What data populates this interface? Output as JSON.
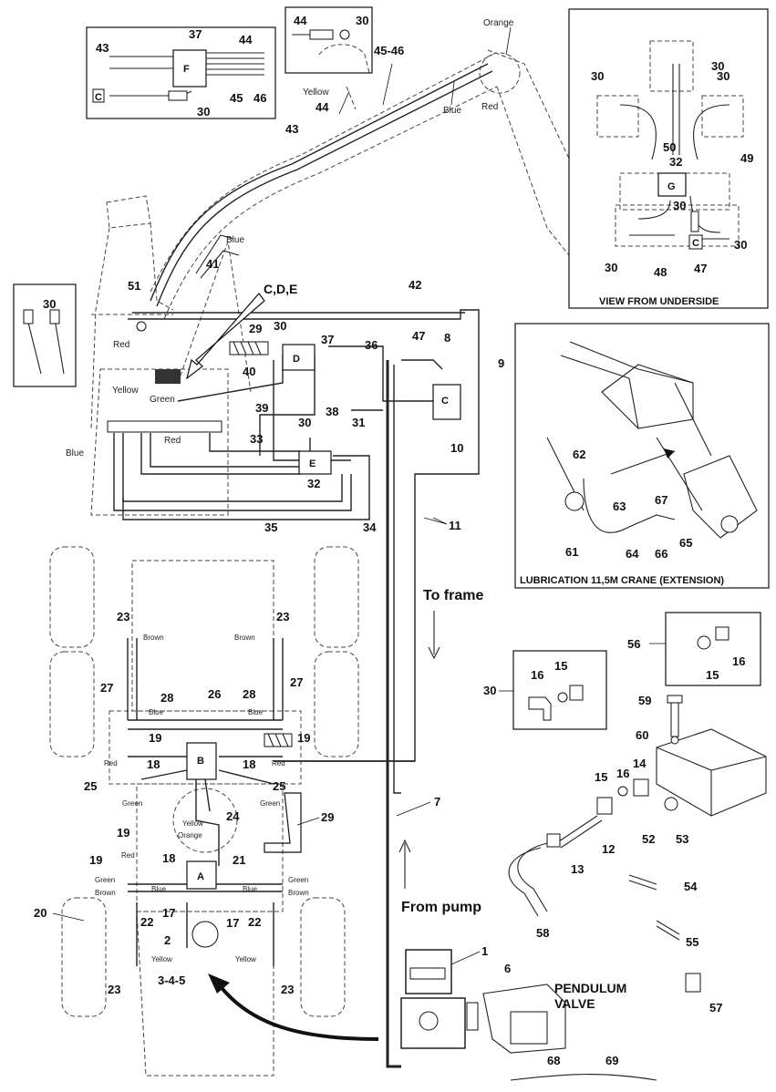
{
  "colors": {
    "ink": "#111111",
    "background": "#ffffff",
    "dashed_outline": "#444444"
  },
  "labels": {
    "orange": "Orange",
    "yellow": "Yellow",
    "blue": "Blue",
    "red": "Red",
    "green": "Green",
    "brown": "Brown"
  },
  "captions": {
    "view_from_underside": "VIEW FROM UNDERSIDE",
    "lubrication_crane": "LUBRICATION 11,5M CRANE (EXTENSION)",
    "to_frame": "To frame",
    "from_pump": "From pump",
    "pendulum_valve_1": "PENDULUM",
    "pendulum_valve_2": "VALVE",
    "cde": "C,D,E",
    "c_marker": "C"
  },
  "distributors": {
    "F": "F",
    "G": "G",
    "D": "D",
    "C": "C",
    "E": "E",
    "B": "B",
    "A": "A"
  },
  "part_numbers": {
    "n1": "1",
    "n2": "2",
    "n345": "3-4-5",
    "n6": "6",
    "n7": "7",
    "n8": "8",
    "n9": "9",
    "n10": "10",
    "n11": "11",
    "n12": "12",
    "n13": "13",
    "n14": "14",
    "n15": "15",
    "n16": "16",
    "n17": "17",
    "n18": "18",
    "n19": "19",
    "n20": "20",
    "n21": "21",
    "n22": "22",
    "n23": "23",
    "n24": "24",
    "n25": "25",
    "n26": "26",
    "n27": "27",
    "n28": "28",
    "n29": "29",
    "n30": "30",
    "n31": "31",
    "n32": "32",
    "n33": "33",
    "n34": "34",
    "n35": "35",
    "n36": "36",
    "n37": "37",
    "n38": "38",
    "n39": "39",
    "n40": "40",
    "n41": "41",
    "n42": "42",
    "n43": "43",
    "n44": "44",
    "n4546": "45-46",
    "n45": "45",
    "n46": "46",
    "n47": "47",
    "n48": "48",
    "n49": "49",
    "n50": "50",
    "n51": "51",
    "n52": "52",
    "n53": "53",
    "n54": "54",
    "n55": "55",
    "n56": "56",
    "n57": "57",
    "n58": "58",
    "n59": "59",
    "n60": "60",
    "n61": "61",
    "n62": "62",
    "n63": "63",
    "n64": "64",
    "n65": "65",
    "n66": "66",
    "n67": "67",
    "n68": "68",
    "n69": "69"
  }
}
